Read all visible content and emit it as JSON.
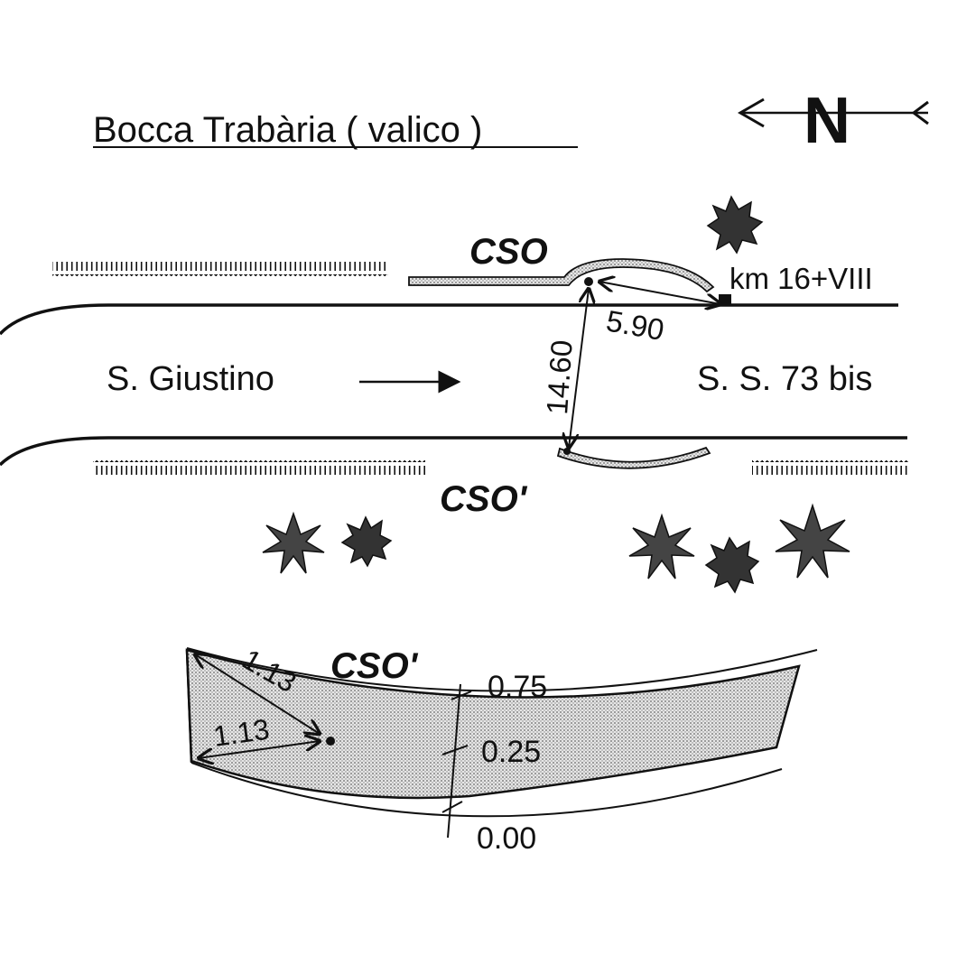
{
  "title": "Bocca Trabària ( valico )",
  "north": "N",
  "labels": {
    "cso_top": "CSO",
    "cso_bottom": "CSO'",
    "cso_detail": "CSO'",
    "milestone": "km 16+VIII",
    "direction_left": "S. Giustino",
    "road": "S. S. 73 bis"
  },
  "dimensions": {
    "along_road": "5.90",
    "across_road": "14.60",
    "detail_diag": "1.13",
    "detail_horiz": "1.13",
    "height_top": "0.75",
    "height_mid": "0.25",
    "height_base": "0.00"
  },
  "colors": {
    "ink": "#111111",
    "fill": "#bdbdbd",
    "paper": "#ffffff"
  }
}
